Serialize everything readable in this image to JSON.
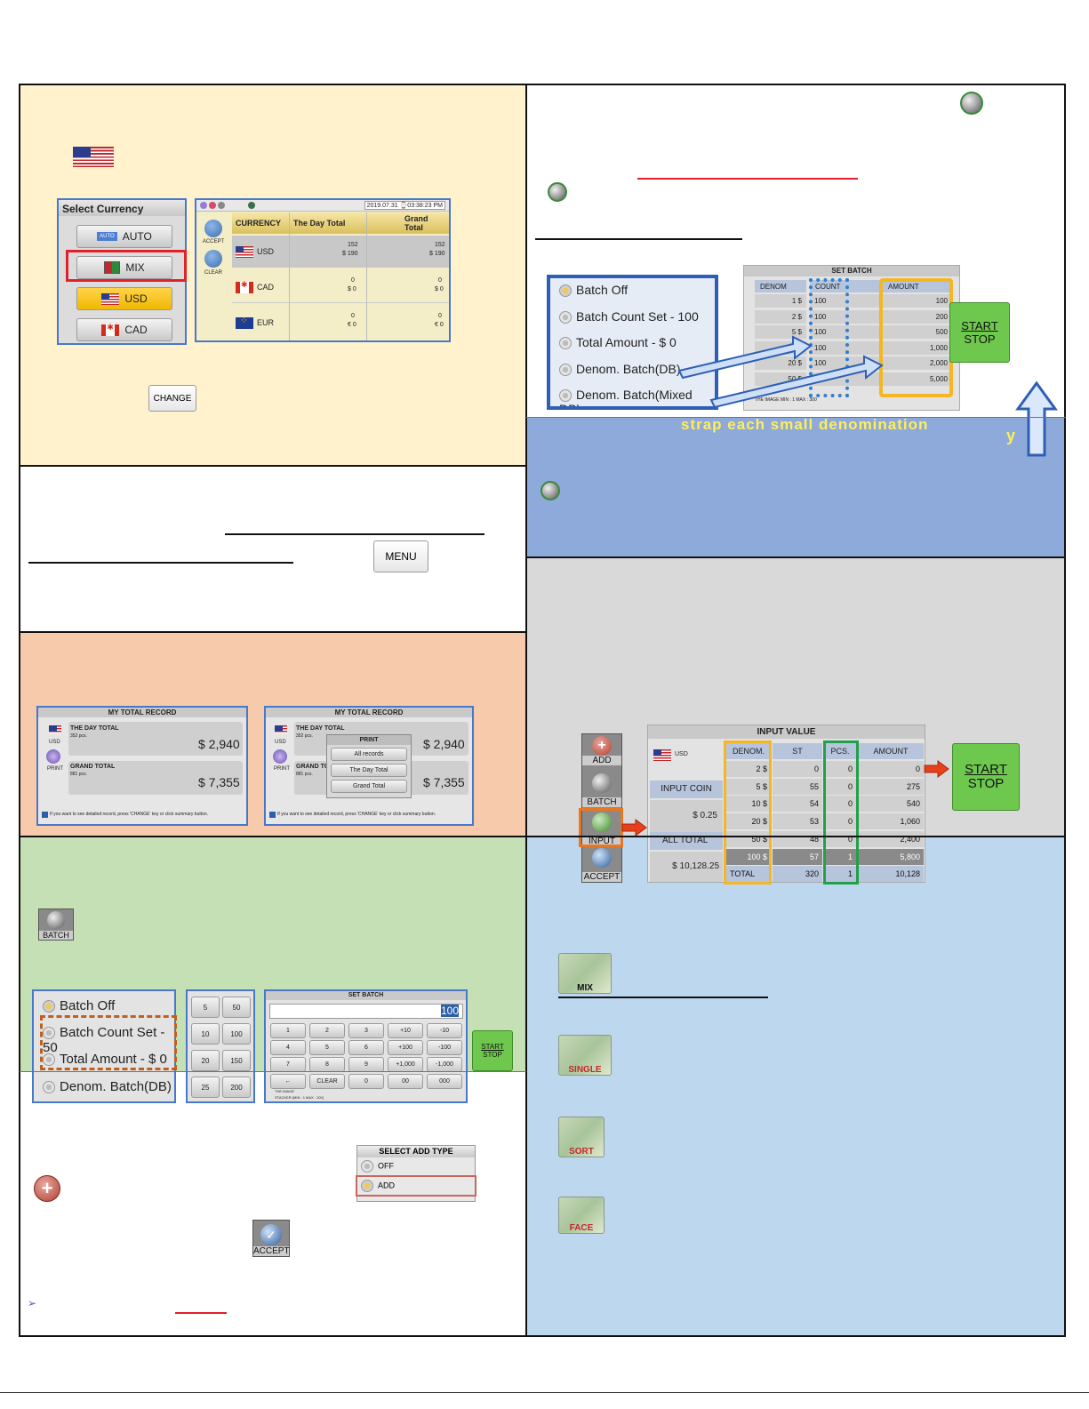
{
  "p1": {
    "select_currency": {
      "title": "Select Currency",
      "options": [
        "AUTO",
        "MIX",
        "USD",
        "CAD"
      ],
      "auto_badge": "AUTO"
    },
    "screen": {
      "datetime": "2019.07.31 ⌚03:38:23 PM",
      "accept": "ACCEPT",
      "clear": "CLEAR",
      "headers": [
        "CURRENCY",
        "The Day Total",
        "Grand Total"
      ],
      "rows": [
        {
          "code": "USD",
          "day": "152",
          "day2": "$ 190",
          "grand": "152",
          "grand2": "$ 190"
        },
        {
          "code": "CAD",
          "day": "0",
          "day2": "$ 0",
          "grand": "0",
          "grand2": "$ 0"
        },
        {
          "code": "EUR",
          "day": "0",
          "day2": "€ 0",
          "grand": "0",
          "grand2": "€ 0"
        }
      ]
    },
    "change_btn": "CHANGE"
  },
  "p2": {
    "menu_btn": "MENU"
  },
  "p3": {
    "record": {
      "title": "MY TOTAL RECORD",
      "usd": "USD",
      "print": "PRINT",
      "day_total": "THE DAY TOTAL",
      "day_pcs": "352 pcs.",
      "day_amt": "$ 2,940",
      "grand_total": "GRAND TOTAL",
      "grand_pcs": "881 pcs.",
      "grand_amt": "$ 7,355",
      "info": "If you want to see detailed record, press 'CHANGE' key or click summary button."
    },
    "print_menu": {
      "title": "PRINT",
      "items": [
        "All records",
        "The Day Total",
        "Grand Total"
      ]
    },
    "grand_short": "GRAND TOT"
  },
  "p4": {
    "batch_label": "BATCH",
    "options": [
      "Batch Off",
      "Batch Count Set - 50",
      "Total Amount - $ 0",
      "Denom. Batch(DB)"
    ],
    "keypad_left": [
      [
        "5",
        "50"
      ],
      [
        "10",
        "100"
      ],
      [
        "20",
        "150"
      ],
      [
        "25",
        "200"
      ]
    ],
    "set_batch": {
      "title": "SET BATCH",
      "value": "100",
      "keys": [
        [
          "1",
          "2",
          "3",
          "+10",
          "-10"
        ],
        [
          "4",
          "5",
          "6",
          "+100",
          "-100"
        ],
        [
          "7",
          "8",
          "9",
          "+1,000",
          "-1,000"
        ],
        [
          "←",
          "CLEAR",
          "0",
          "00",
          "000"
        ]
      ],
      "footer1": "THE IMAGE",
      "footer2": "STACKER (MIN : 1  MAX : 100)"
    },
    "start": "START",
    "stop": "STOP"
  },
  "p5": {
    "add_type": {
      "title": "SELECT ADD TYPE",
      "options": [
        "OFF",
        "ADD"
      ]
    },
    "accept": "ACCEPT"
  },
  "p6": {
    "options": [
      "Batch Off",
      "Batch Count Set - 100",
      "Total Amount - $ 0",
      "Denom. Batch(DB)",
      "Denom. Batch(Mixed DB)"
    ],
    "set_batch": {
      "title": "SET BATCH",
      "headers": [
        "DENOM",
        "COUNT",
        "AMOUNT"
      ],
      "rows": [
        [
          "1 $",
          "100",
          "100"
        ],
        [
          "2 $",
          "100",
          "200"
        ],
        [
          "5 $",
          "100",
          "500"
        ],
        [
          "10 $",
          "100",
          "1,000"
        ],
        [
          "20 $",
          "100",
          "2,000"
        ],
        [
          "50 $",
          "100",
          "5,000"
        ]
      ],
      "footer": "THE IMAGE  MIN : 1  MAX : 300"
    },
    "start": "START",
    "stop": "STOP",
    "partial_text": "strap each small denomination",
    "partial_y": "y"
  },
  "p8": {
    "left_btns": [
      "ADD",
      "BATCH",
      "INPUT",
      "ACCEPT"
    ],
    "input_value": {
      "title": "INPUT VALUE",
      "usd": "USD",
      "input_coin": "INPUT COIN",
      "coin_val": "$ 0.25",
      "all_total": "ALL TOTAL",
      "all_val": "$ 10,128.25",
      "headers": [
        "DENOM.",
        "ST",
        "PCS.",
        "AMOUNT"
      ],
      "rows": [
        [
          "2 $",
          "0",
          "0",
          "0"
        ],
        [
          "5 $",
          "55",
          "0",
          "275"
        ],
        [
          "10 $",
          "54",
          "0",
          "540"
        ],
        [
          "20 $",
          "53",
          "0",
          "1,060"
        ],
        [
          "50 $",
          "48",
          "0",
          "2,400"
        ],
        [
          "100 $",
          "57",
          "1",
          "5,800"
        ],
        [
          "TOTAL",
          "320",
          "1",
          "10,128"
        ]
      ]
    },
    "start": "START",
    "stop": "STOP"
  },
  "p9": {
    "modes": [
      "MIX",
      "SINGLE",
      "SORT",
      "FACE"
    ]
  },
  "colors": {
    "yellow": "#fff2cc",
    "white": "#ffffff",
    "salmon": "#f7caac",
    "green": "#c5e0b4",
    "blue_mid": "#8eaadb",
    "gray": "#d9d9d9",
    "blue_light": "#bdd7ee"
  }
}
